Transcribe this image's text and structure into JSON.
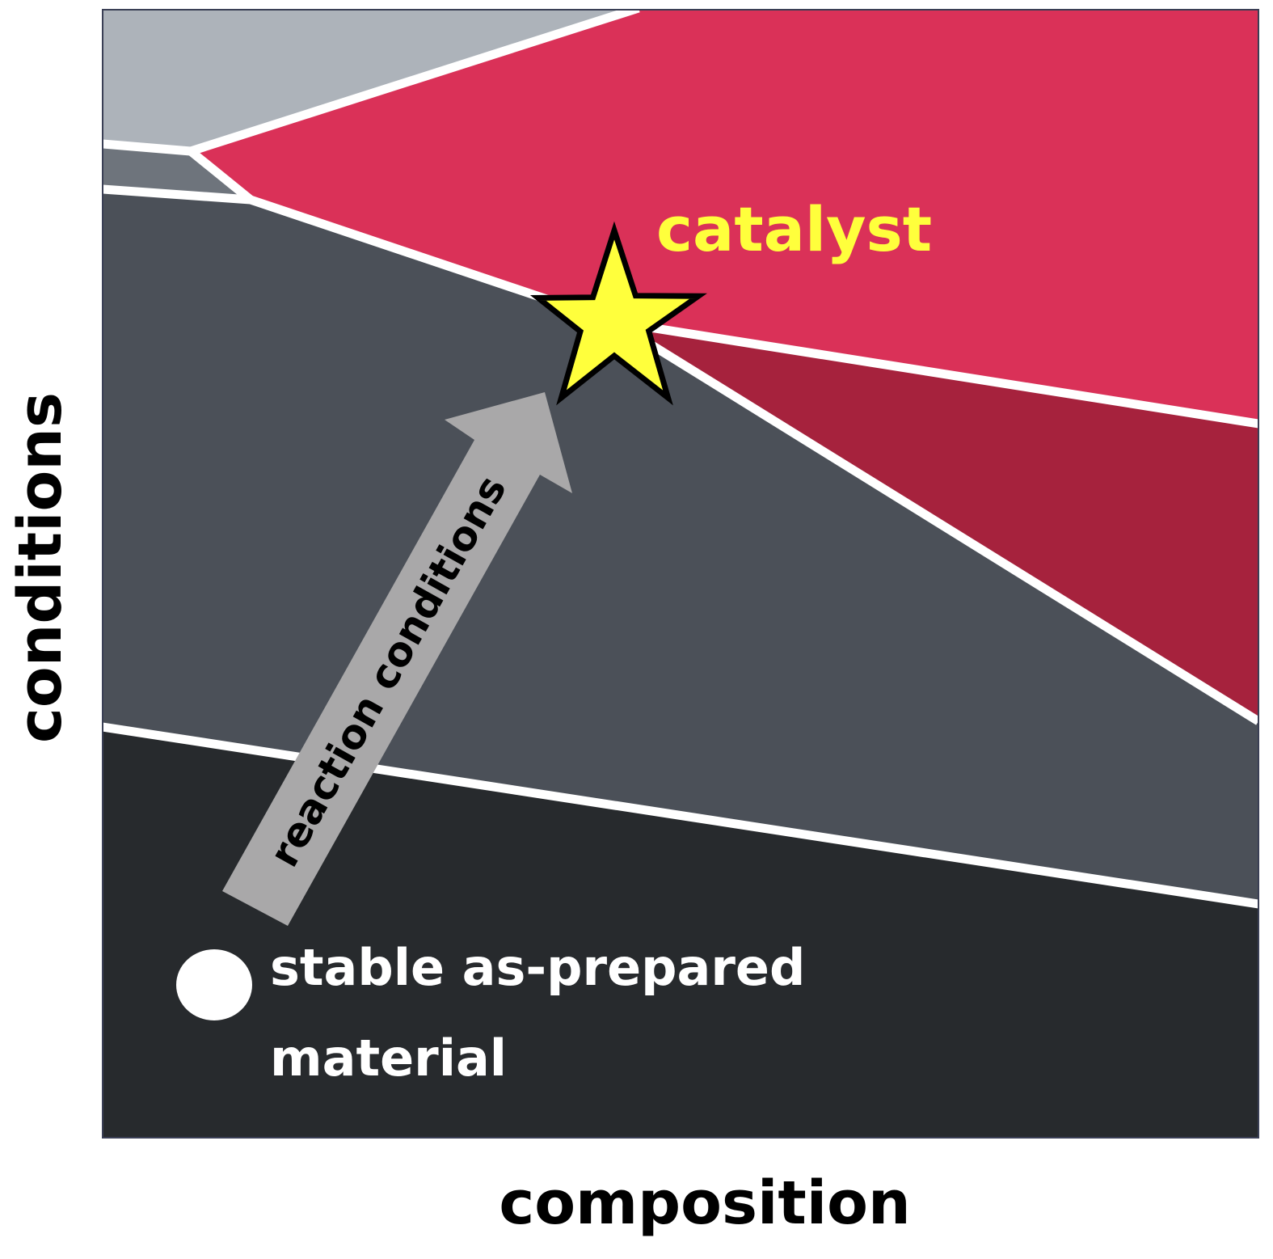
{
  "labels": {
    "y_axis": "conditions",
    "x_axis": "composition",
    "catalyst": "catalyst",
    "arrow": "reaction conditions",
    "stable_line1": "stable as-prepared",
    "stable_line2": "material"
  },
  "colors": {
    "region_light_gray": "#adb3ba",
    "region_mid_gray": "#6e747c",
    "region_dark_gray": "#4b5058",
    "region_charcoal": "#272a2d",
    "region_catalyst": "#da3158",
    "region_dark_red": "#a6223d",
    "boundary": "#ffffff",
    "star_fill": "#ffff3c",
    "catalyst_text": "#ffff3c",
    "arrow_fill": "#a9a8a9",
    "frame": "#3a3f55",
    "axis_text": "#000000"
  },
  "icons": {
    "star": "star-icon",
    "dot": "circle-icon"
  }
}
